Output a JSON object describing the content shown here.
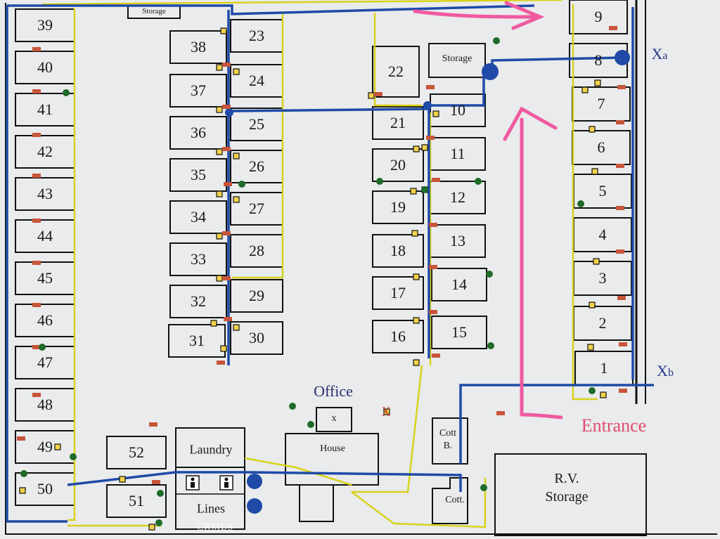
{
  "sites": [
    {
      "num": "39"
    },
    {
      "num": "40"
    },
    {
      "num": "41"
    },
    {
      "num": "42"
    },
    {
      "num": "43"
    },
    {
      "num": "44"
    },
    {
      "num": "45"
    },
    {
      "num": "46"
    },
    {
      "num": "47"
    },
    {
      "num": "48"
    },
    {
      "num": "49"
    },
    {
      "num": "50"
    },
    {
      "num": "38"
    },
    {
      "num": "37"
    },
    {
      "num": "36"
    },
    {
      "num": "35"
    },
    {
      "num": "34"
    },
    {
      "num": "33"
    },
    {
      "num": "32"
    },
    {
      "num": "31"
    },
    {
      "num": "23"
    },
    {
      "num": "24"
    },
    {
      "num": "25"
    },
    {
      "num": "26"
    },
    {
      "num": "27"
    },
    {
      "num": "28"
    },
    {
      "num": "29"
    },
    {
      "num": "30"
    },
    {
      "num": "22"
    },
    {
      "num": "21"
    },
    {
      "num": "20"
    },
    {
      "num": "19"
    },
    {
      "num": "18"
    },
    {
      "num": "17"
    },
    {
      "num": "16"
    },
    {
      "num": "10"
    },
    {
      "num": "11"
    },
    {
      "num": "12"
    },
    {
      "num": "13"
    },
    {
      "num": "14"
    },
    {
      "num": "15"
    },
    {
      "num": "9"
    },
    {
      "num": "8"
    },
    {
      "num": "7"
    },
    {
      "num": "6"
    },
    {
      "num": "5"
    },
    {
      "num": "4"
    },
    {
      "num": "3"
    },
    {
      "num": "2"
    },
    {
      "num": "1"
    },
    {
      "num": "52"
    },
    {
      "num": "51"
    }
  ],
  "buildings": {
    "laundry": "Laundry",
    "lines": "Lines",
    "house": "House",
    "office_box": "x",
    "office": "Office",
    "storage": "Storage",
    "storage_top": "Storage",
    "cott_b_line1": "Cott",
    "cott_b_line2": "B.",
    "cott": "Cott.",
    "rv_line1": "R.V.",
    "rv_line2": "Storage"
  },
  "annotations": {
    "entrance": "Entrance",
    "xa_main": "X",
    "xa_sub": "a",
    "xb_main": "X",
    "xb_sub": "b",
    "x_mark": "X",
    "watermark": "CRMLS"
  },
  "colors": {
    "site_line": "#111111",
    "utility_blue": "#1f4aa8",
    "yellow_line": "#d9d21a",
    "hookup_red": "#c8553a",
    "marker_green": "#1f6b2a",
    "arrow_pink": "#f05aa0"
  }
}
